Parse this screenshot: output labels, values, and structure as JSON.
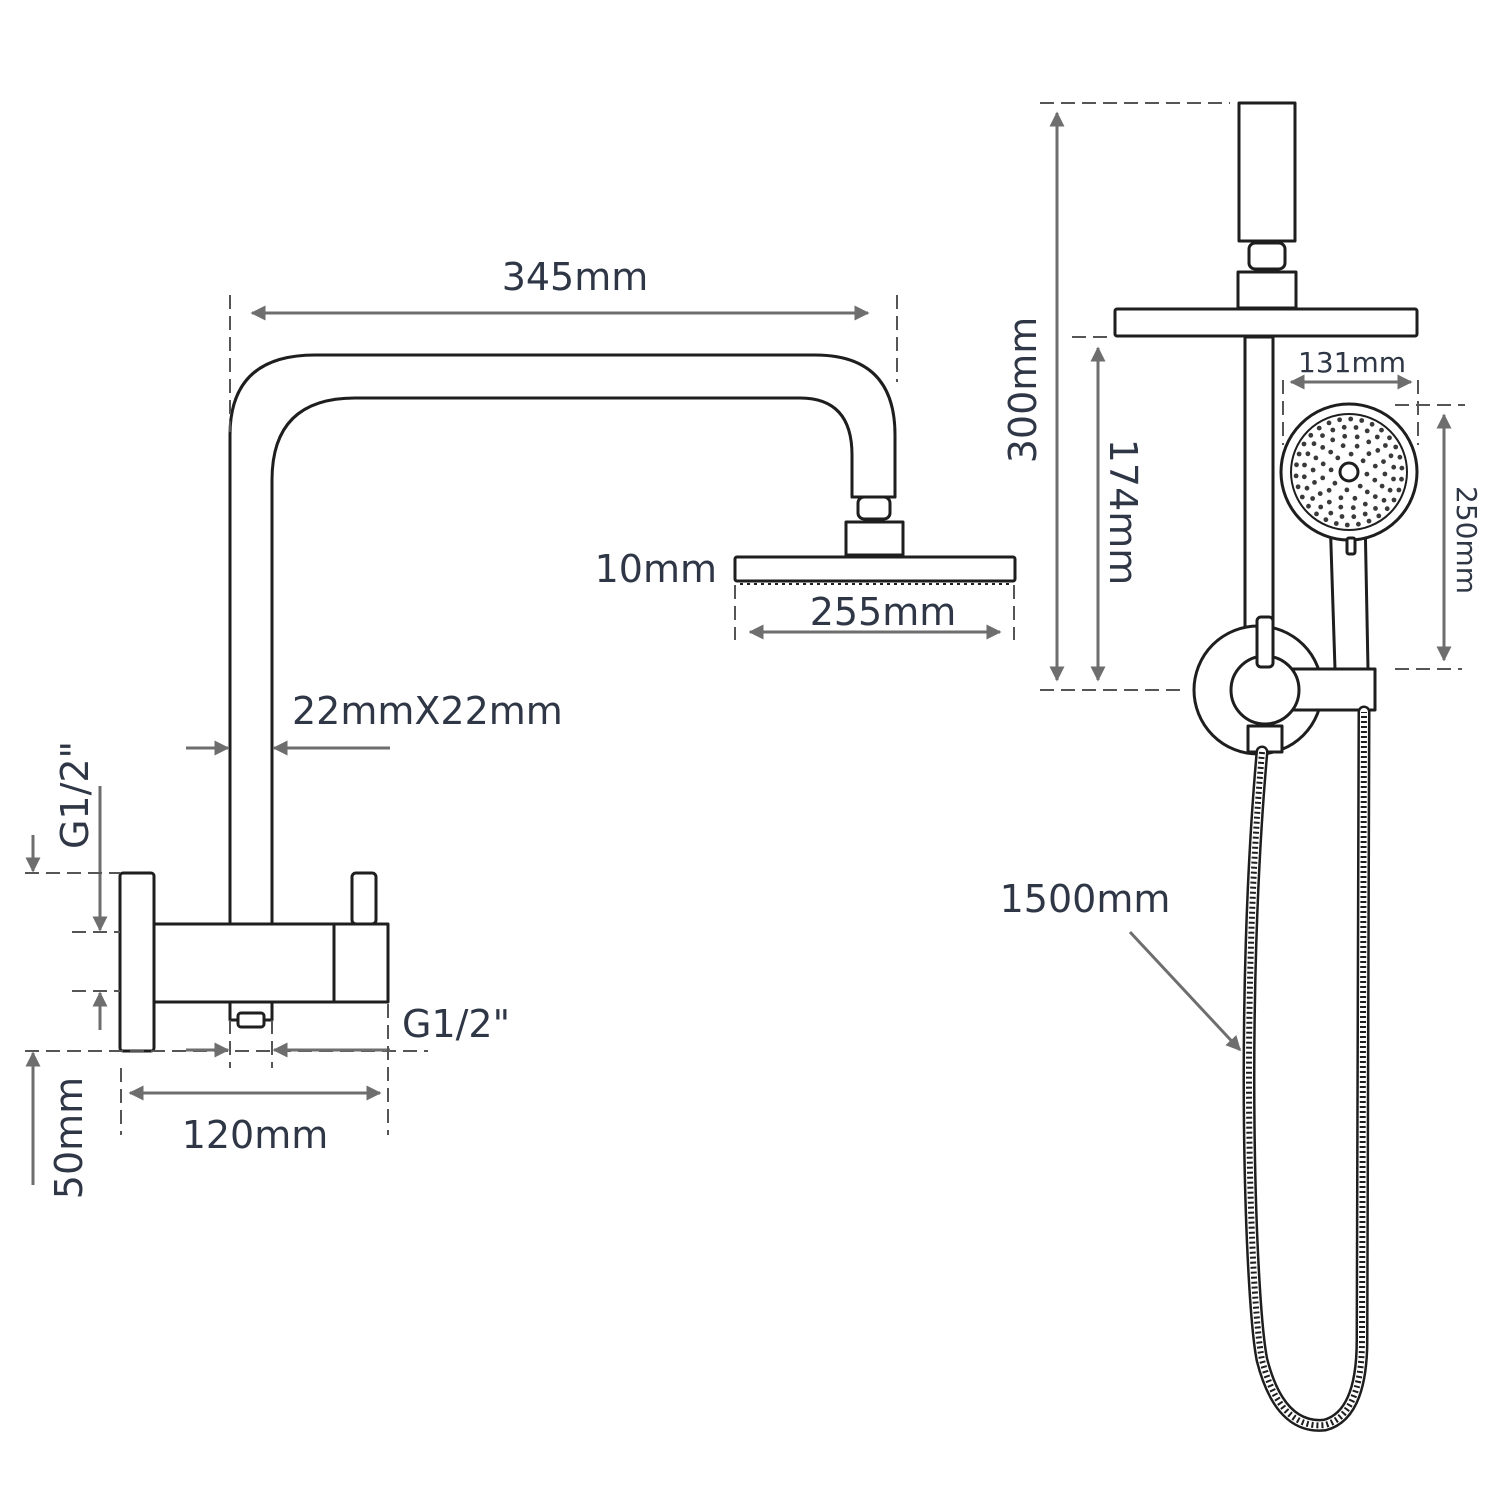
{
  "dimensions": {
    "arm_length": "345mm",
    "head_thickness": "10mm",
    "head_width": "255mm",
    "pipe_section": "22mmX22mm",
    "inlet_thread": "G1/2\"",
    "outlet_thread": "G1/2\"",
    "wall_plate_width": "120mm",
    "wall_plate_depth": "50mm",
    "total_height": "300mm",
    "diverter_to_head": "174mm",
    "hand_shower_diameter": "131mm",
    "hand_shower_length": "250mm",
    "hose_length": "1500mm"
  },
  "colors": {
    "outline": "#1e1e1e",
    "dimension_line": "#6e6e6e",
    "label_text": "#2f3746"
  }
}
